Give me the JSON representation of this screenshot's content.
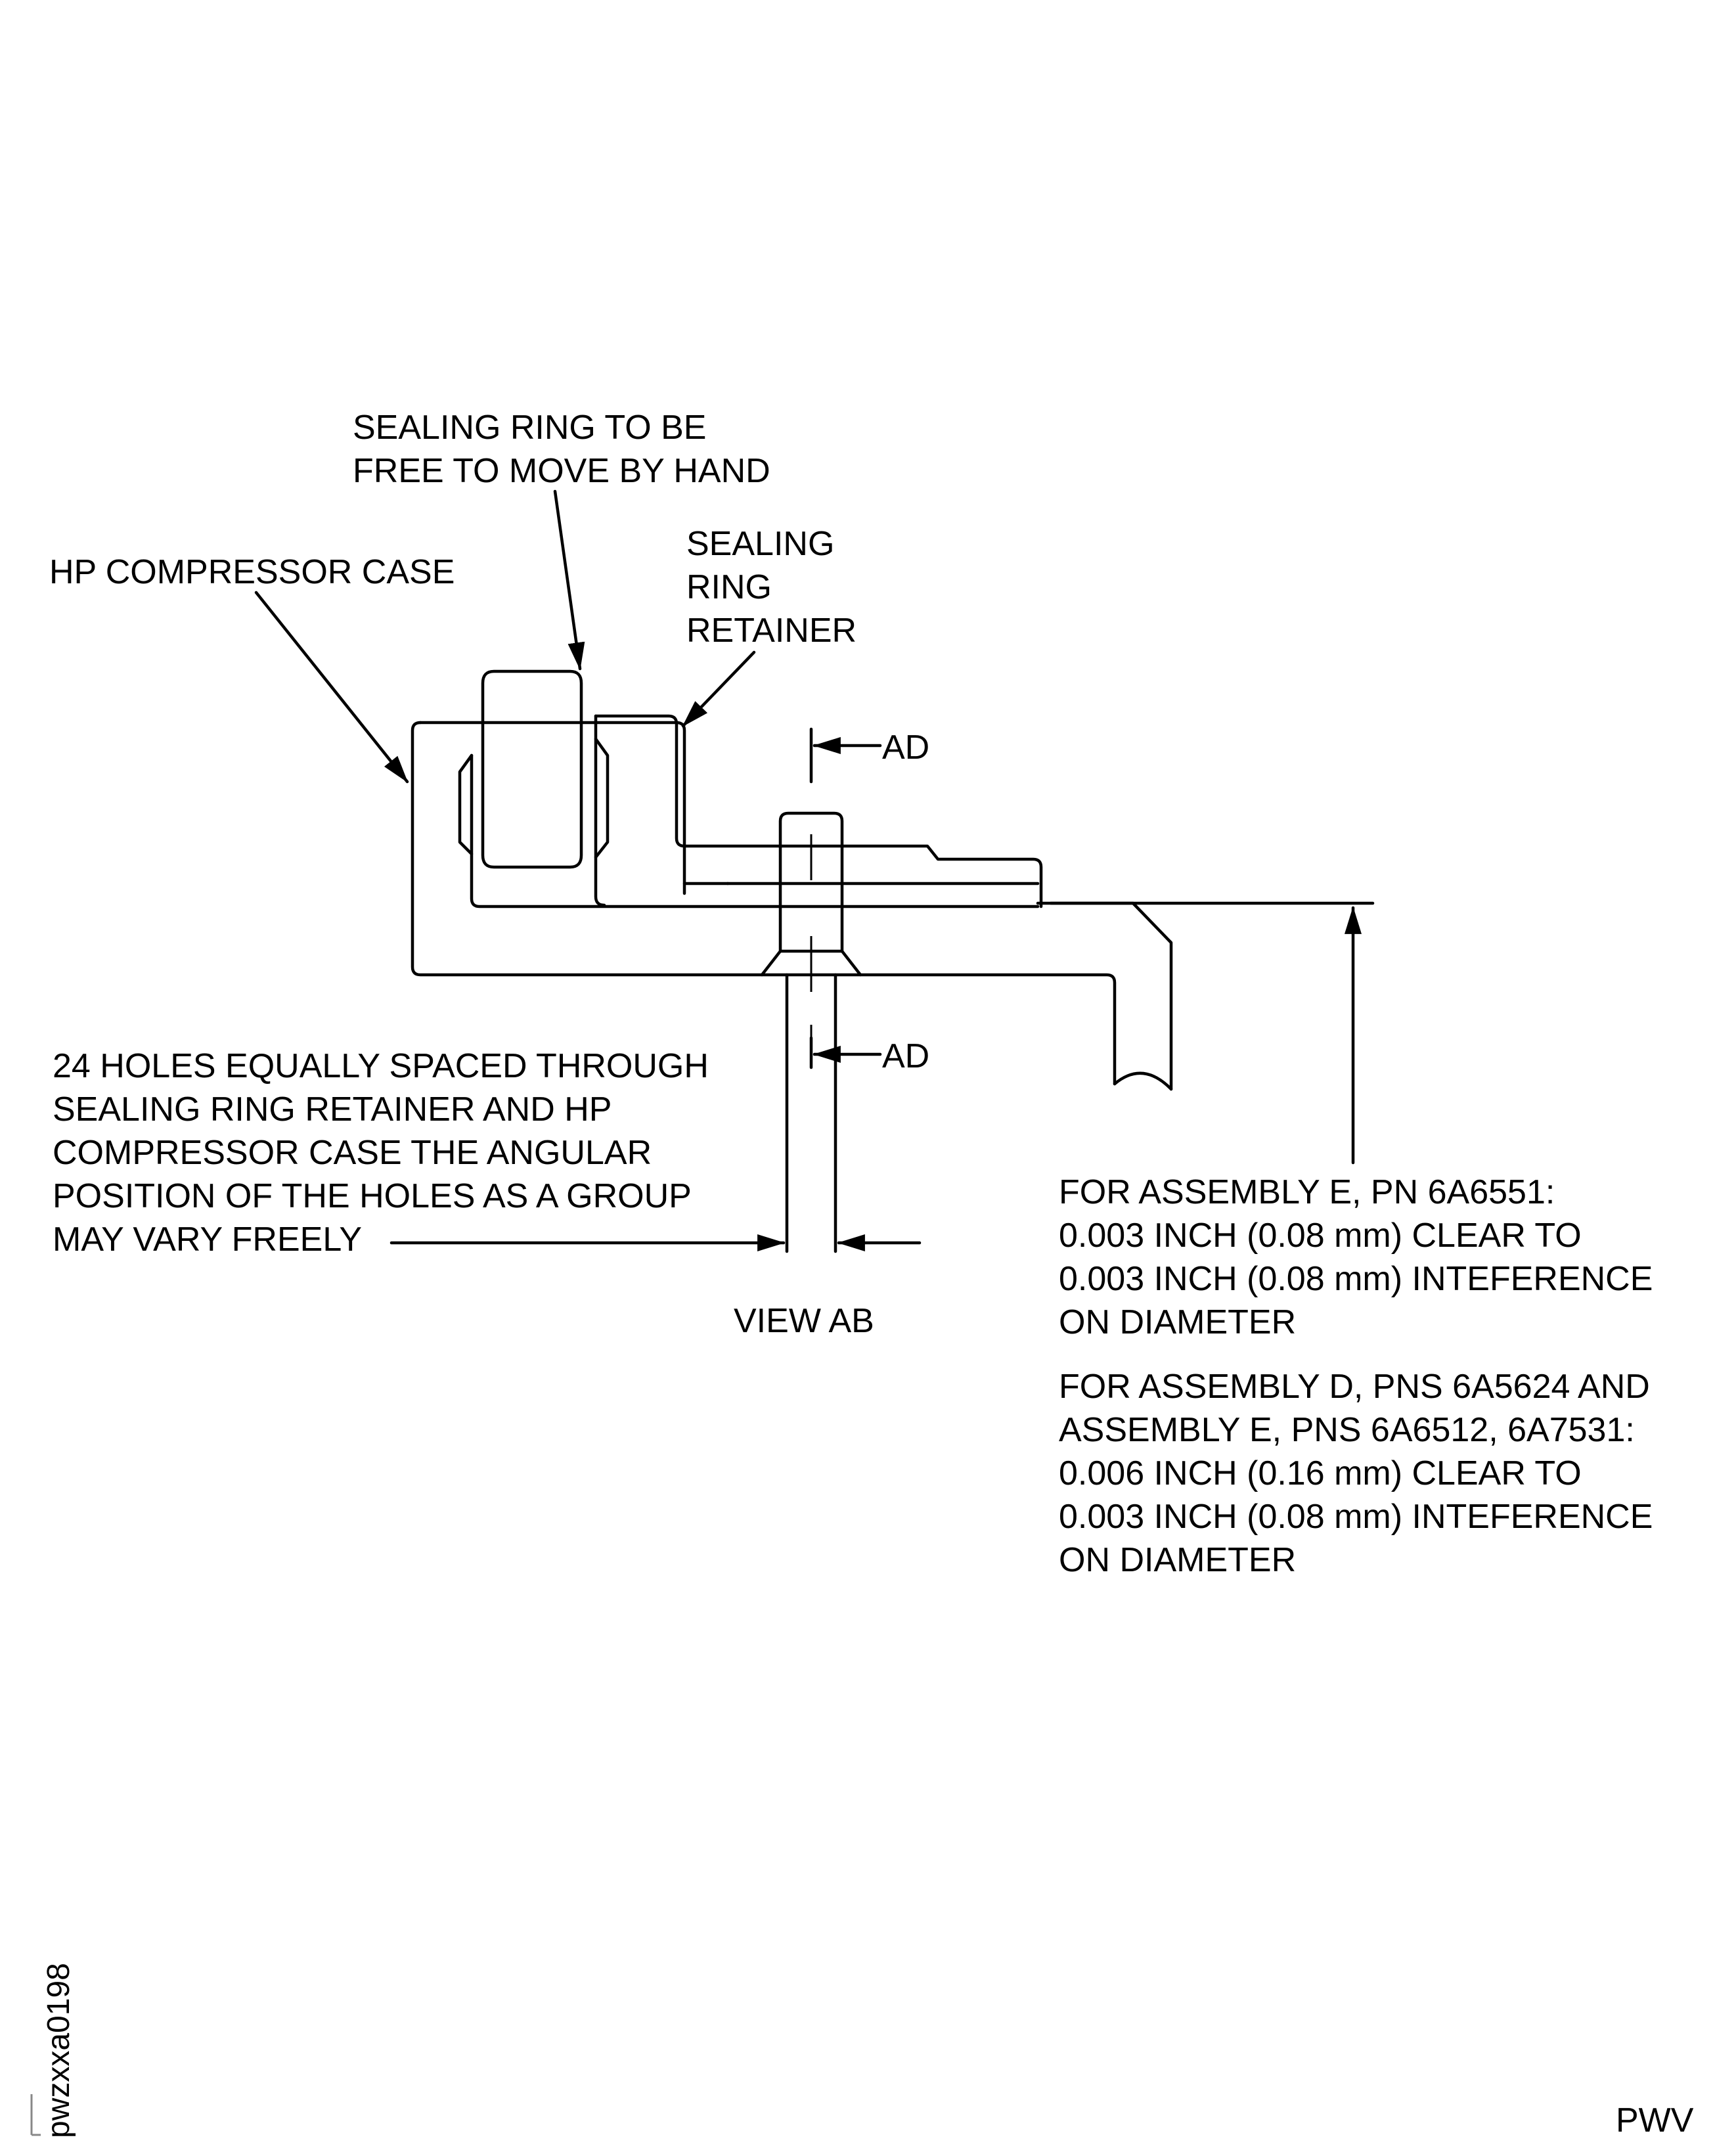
{
  "drawing": {
    "labels": {
      "sealing_ring_free": [
        "SEALING RING TO BE",
        "FREE TO MOVE BY HAND"
      ],
      "hp_compressor_case": "HP COMPRESSOR CASE",
      "sealing_ring_retainer": [
        "SEALING",
        "RING",
        "RETAINER"
      ],
      "section_marker": "AD",
      "holes_note": [
        "24 HOLES EQUALLY SPACED THROUGH",
        "SEALING RING RETAINER AND HP",
        "COMPRESSOR CASE THE ANGULAR",
        "POSITION OF THE HOLES AS A GROUP",
        "MAY VARY FREELY"
      ],
      "view_title": "VIEW AB",
      "assembly_e_note": [
        "FOR ASSEMBLY E, PN 6A6551:",
        "0.003 INCH (0.08 mm) CLEAR TO",
        "0.003 INCH (0.08 mm) INTEFERENCE",
        "ON DIAMETER"
      ],
      "assembly_d_note": [
        "FOR ASSEMBLY D, PNS 6A5624 AND",
        "ASSEMBLY E, PNS 6A6512, 6A7531:",
        "0.006 INCH (0.16 mm) CLEAR TO",
        "0.003 INCH (0.08 mm) INTEFERENCE",
        "ON DIAMETER"
      ]
    },
    "figure_id": "pwzxxa0198",
    "corner_mark": "PWV"
  }
}
